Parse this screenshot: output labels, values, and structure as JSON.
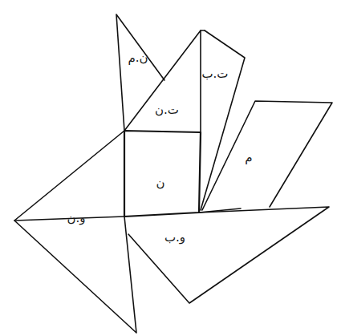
{
  "diagram": {
    "labels": [
      "ن.م",
      "ت.ن",
      "ت.ب",
      "ن",
      "م",
      "و.ن",
      "و.ب"
    ]
  }
}
